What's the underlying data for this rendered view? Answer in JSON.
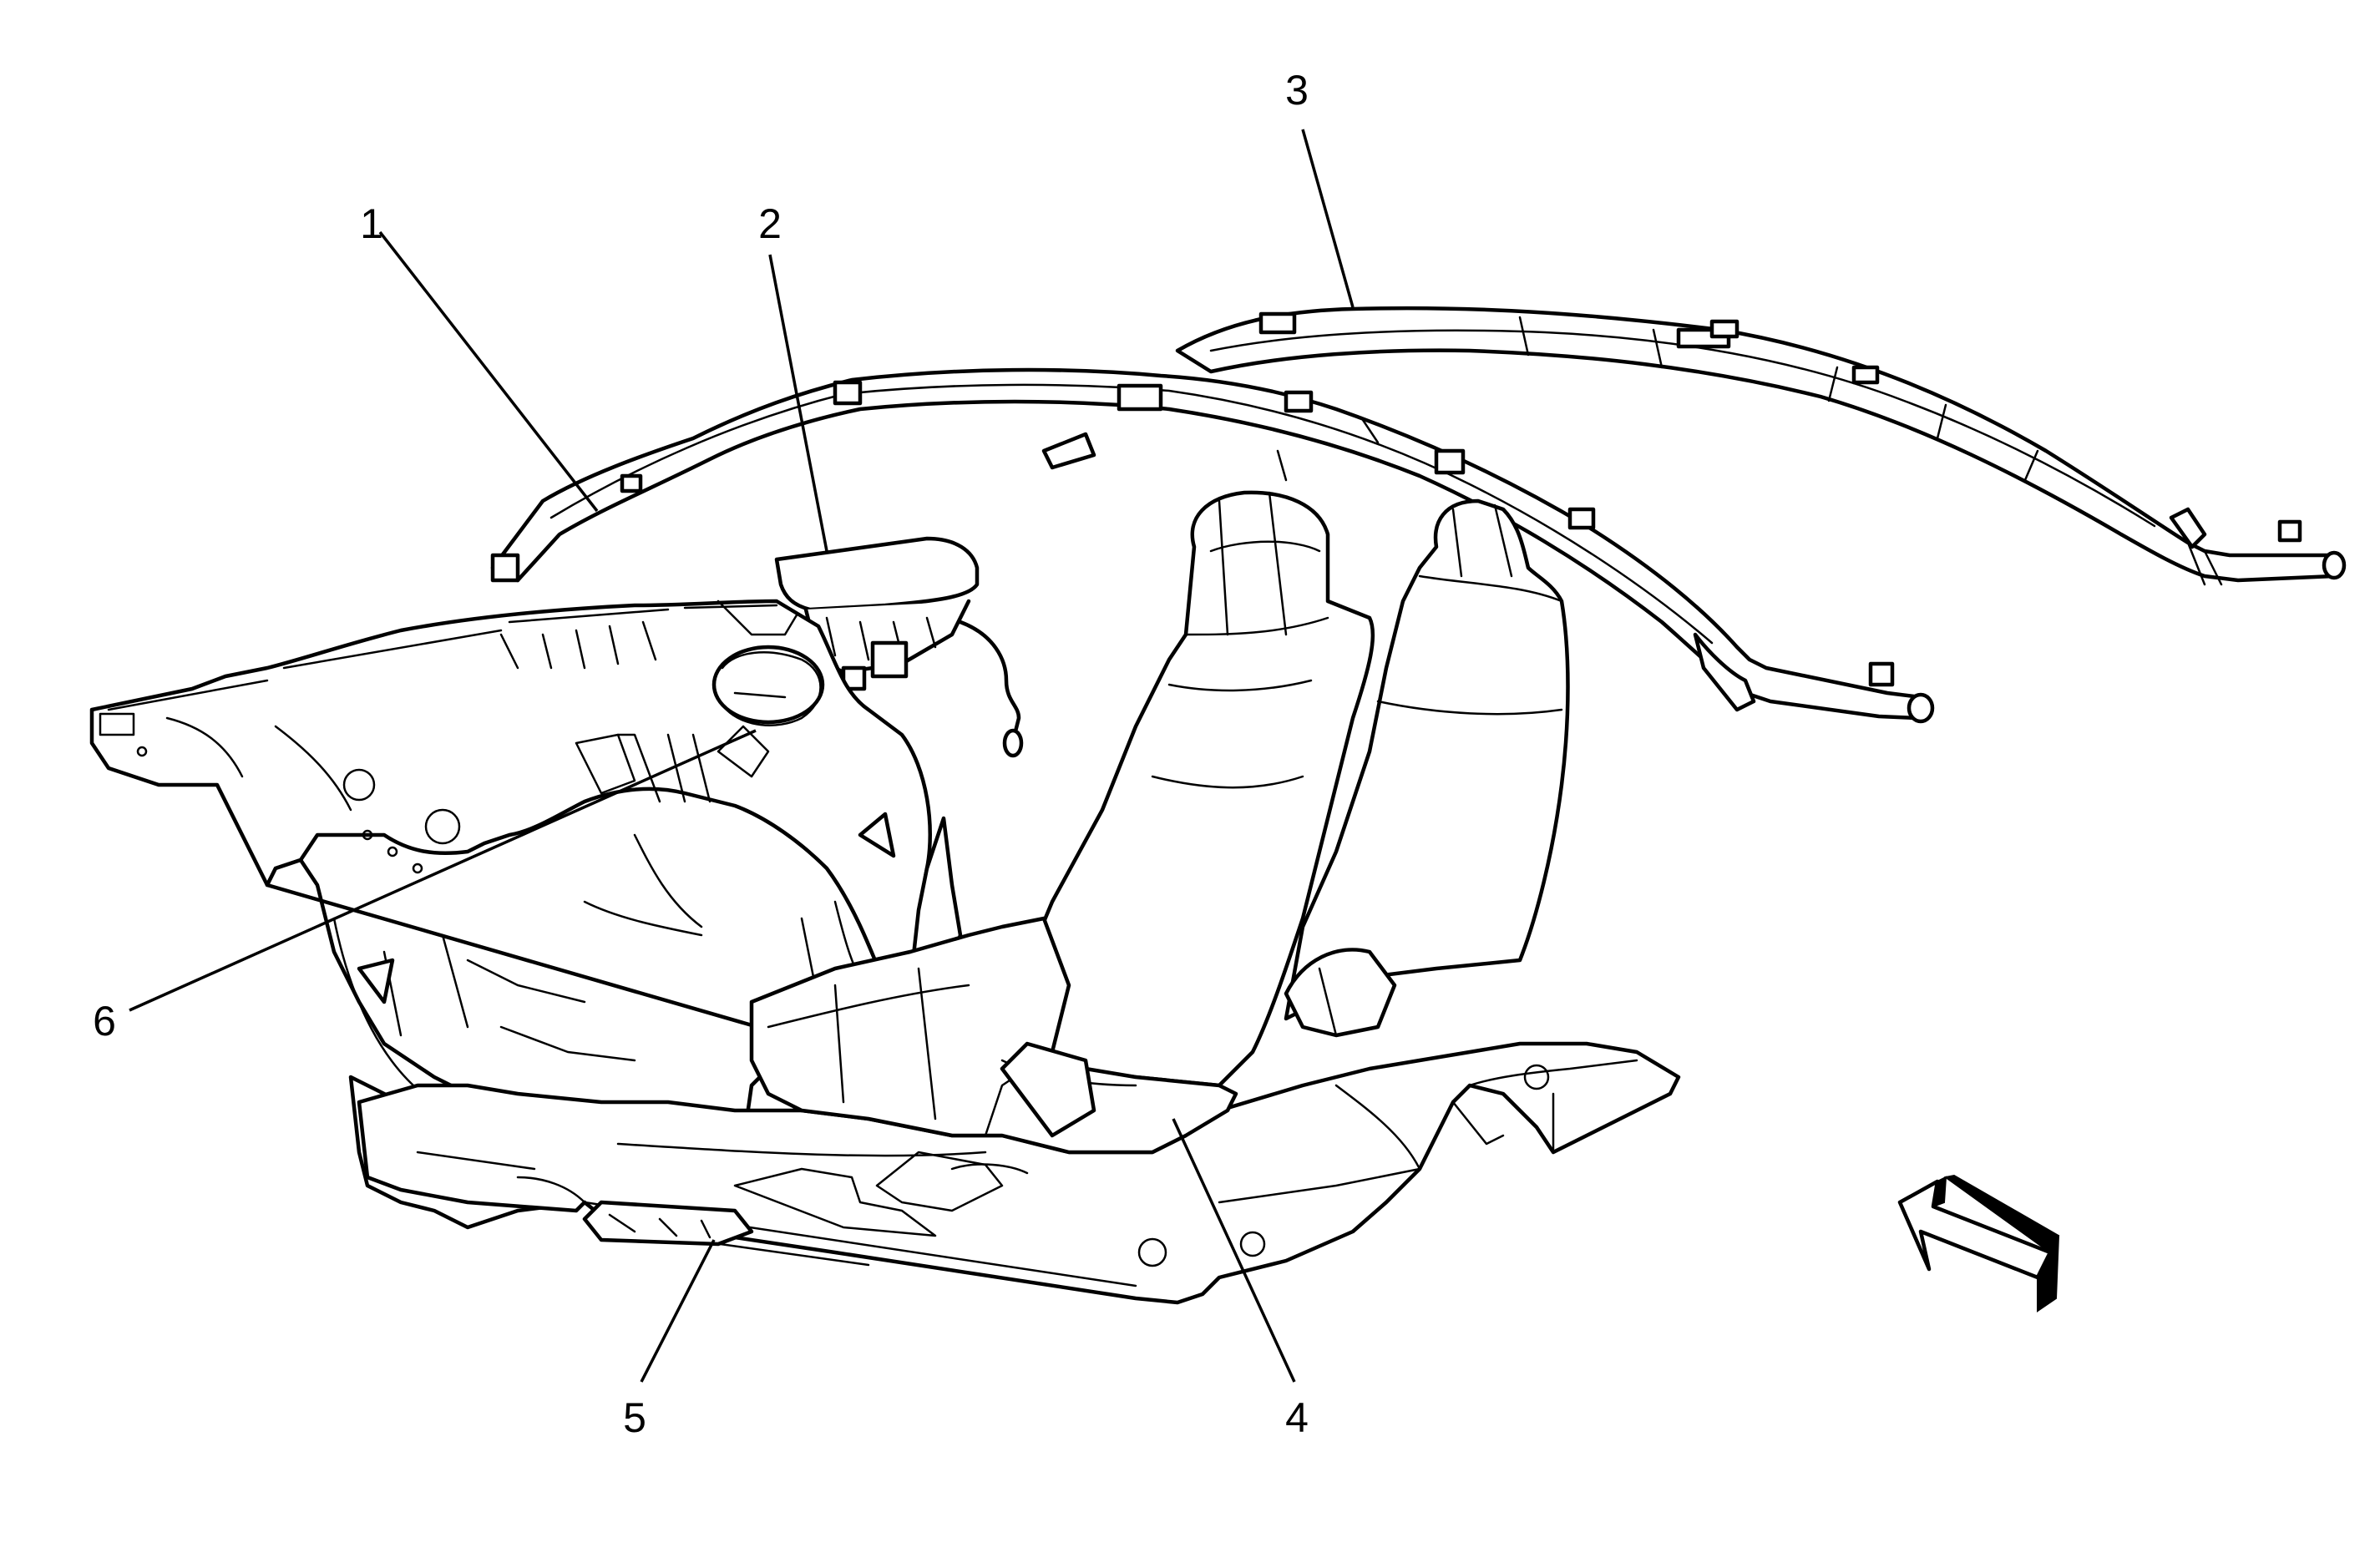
{
  "callouts": [
    {
      "id": "1",
      "label": "1"
    },
    {
      "id": "2",
      "label": "2"
    },
    {
      "id": "3",
      "label": "3"
    },
    {
      "id": "4",
      "label": "4"
    },
    {
      "id": "5",
      "label": "5"
    },
    {
      "id": "6",
      "label": "6"
    }
  ],
  "colors": {
    "line": "#000000",
    "background": "#ffffff"
  },
  "icons": {
    "direction_arrow": "forward-arrow-icon"
  }
}
